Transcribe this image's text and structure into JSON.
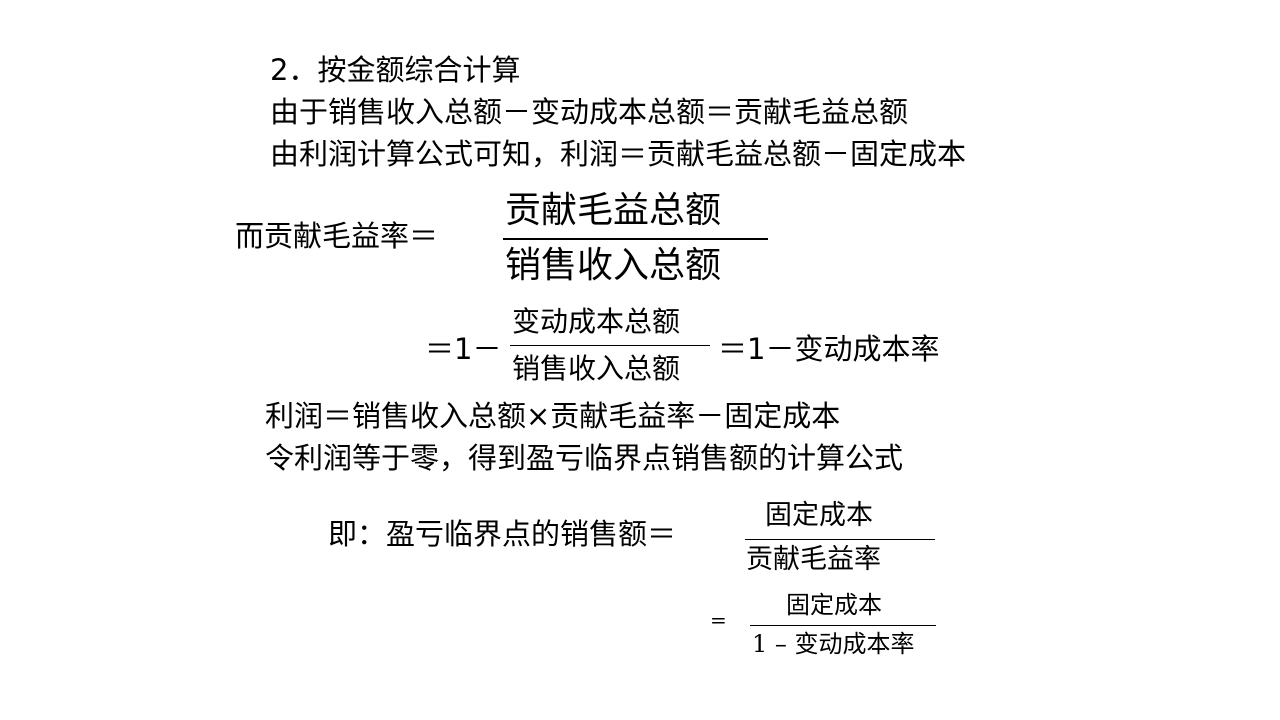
{
  "slide": {
    "heading": "2．按金额综合计算",
    "line1": "由于销售收入总额－变动成本总额＝贡献毛益总额",
    "line2": "由利润计算公式可知，利润＝贡献毛益总额－固定成本",
    "formula1": {
      "label": "而贡献毛益率＝",
      "numerator": "贡献毛益总额",
      "denominator": "销售收入总额"
    },
    "formula2": {
      "prefix": "＝1－",
      "numerator": "变动成本总额",
      "denominator": "销售收入总额",
      "suffix": "＝1－变动成本率"
    },
    "line3": "利润＝销售收入总额×贡献毛益率－固定成本",
    "line4": "令利润等于零，得到盈亏临界点销售额的计算公式",
    "formula3": {
      "label": "即：盈亏临界点的销售额＝",
      "numerator": "固定成本",
      "denominator": "贡献毛益率"
    },
    "formula4": {
      "equals": "=",
      "numerator": "固定成本",
      "denominator": "1 – 变动成本率"
    }
  }
}
